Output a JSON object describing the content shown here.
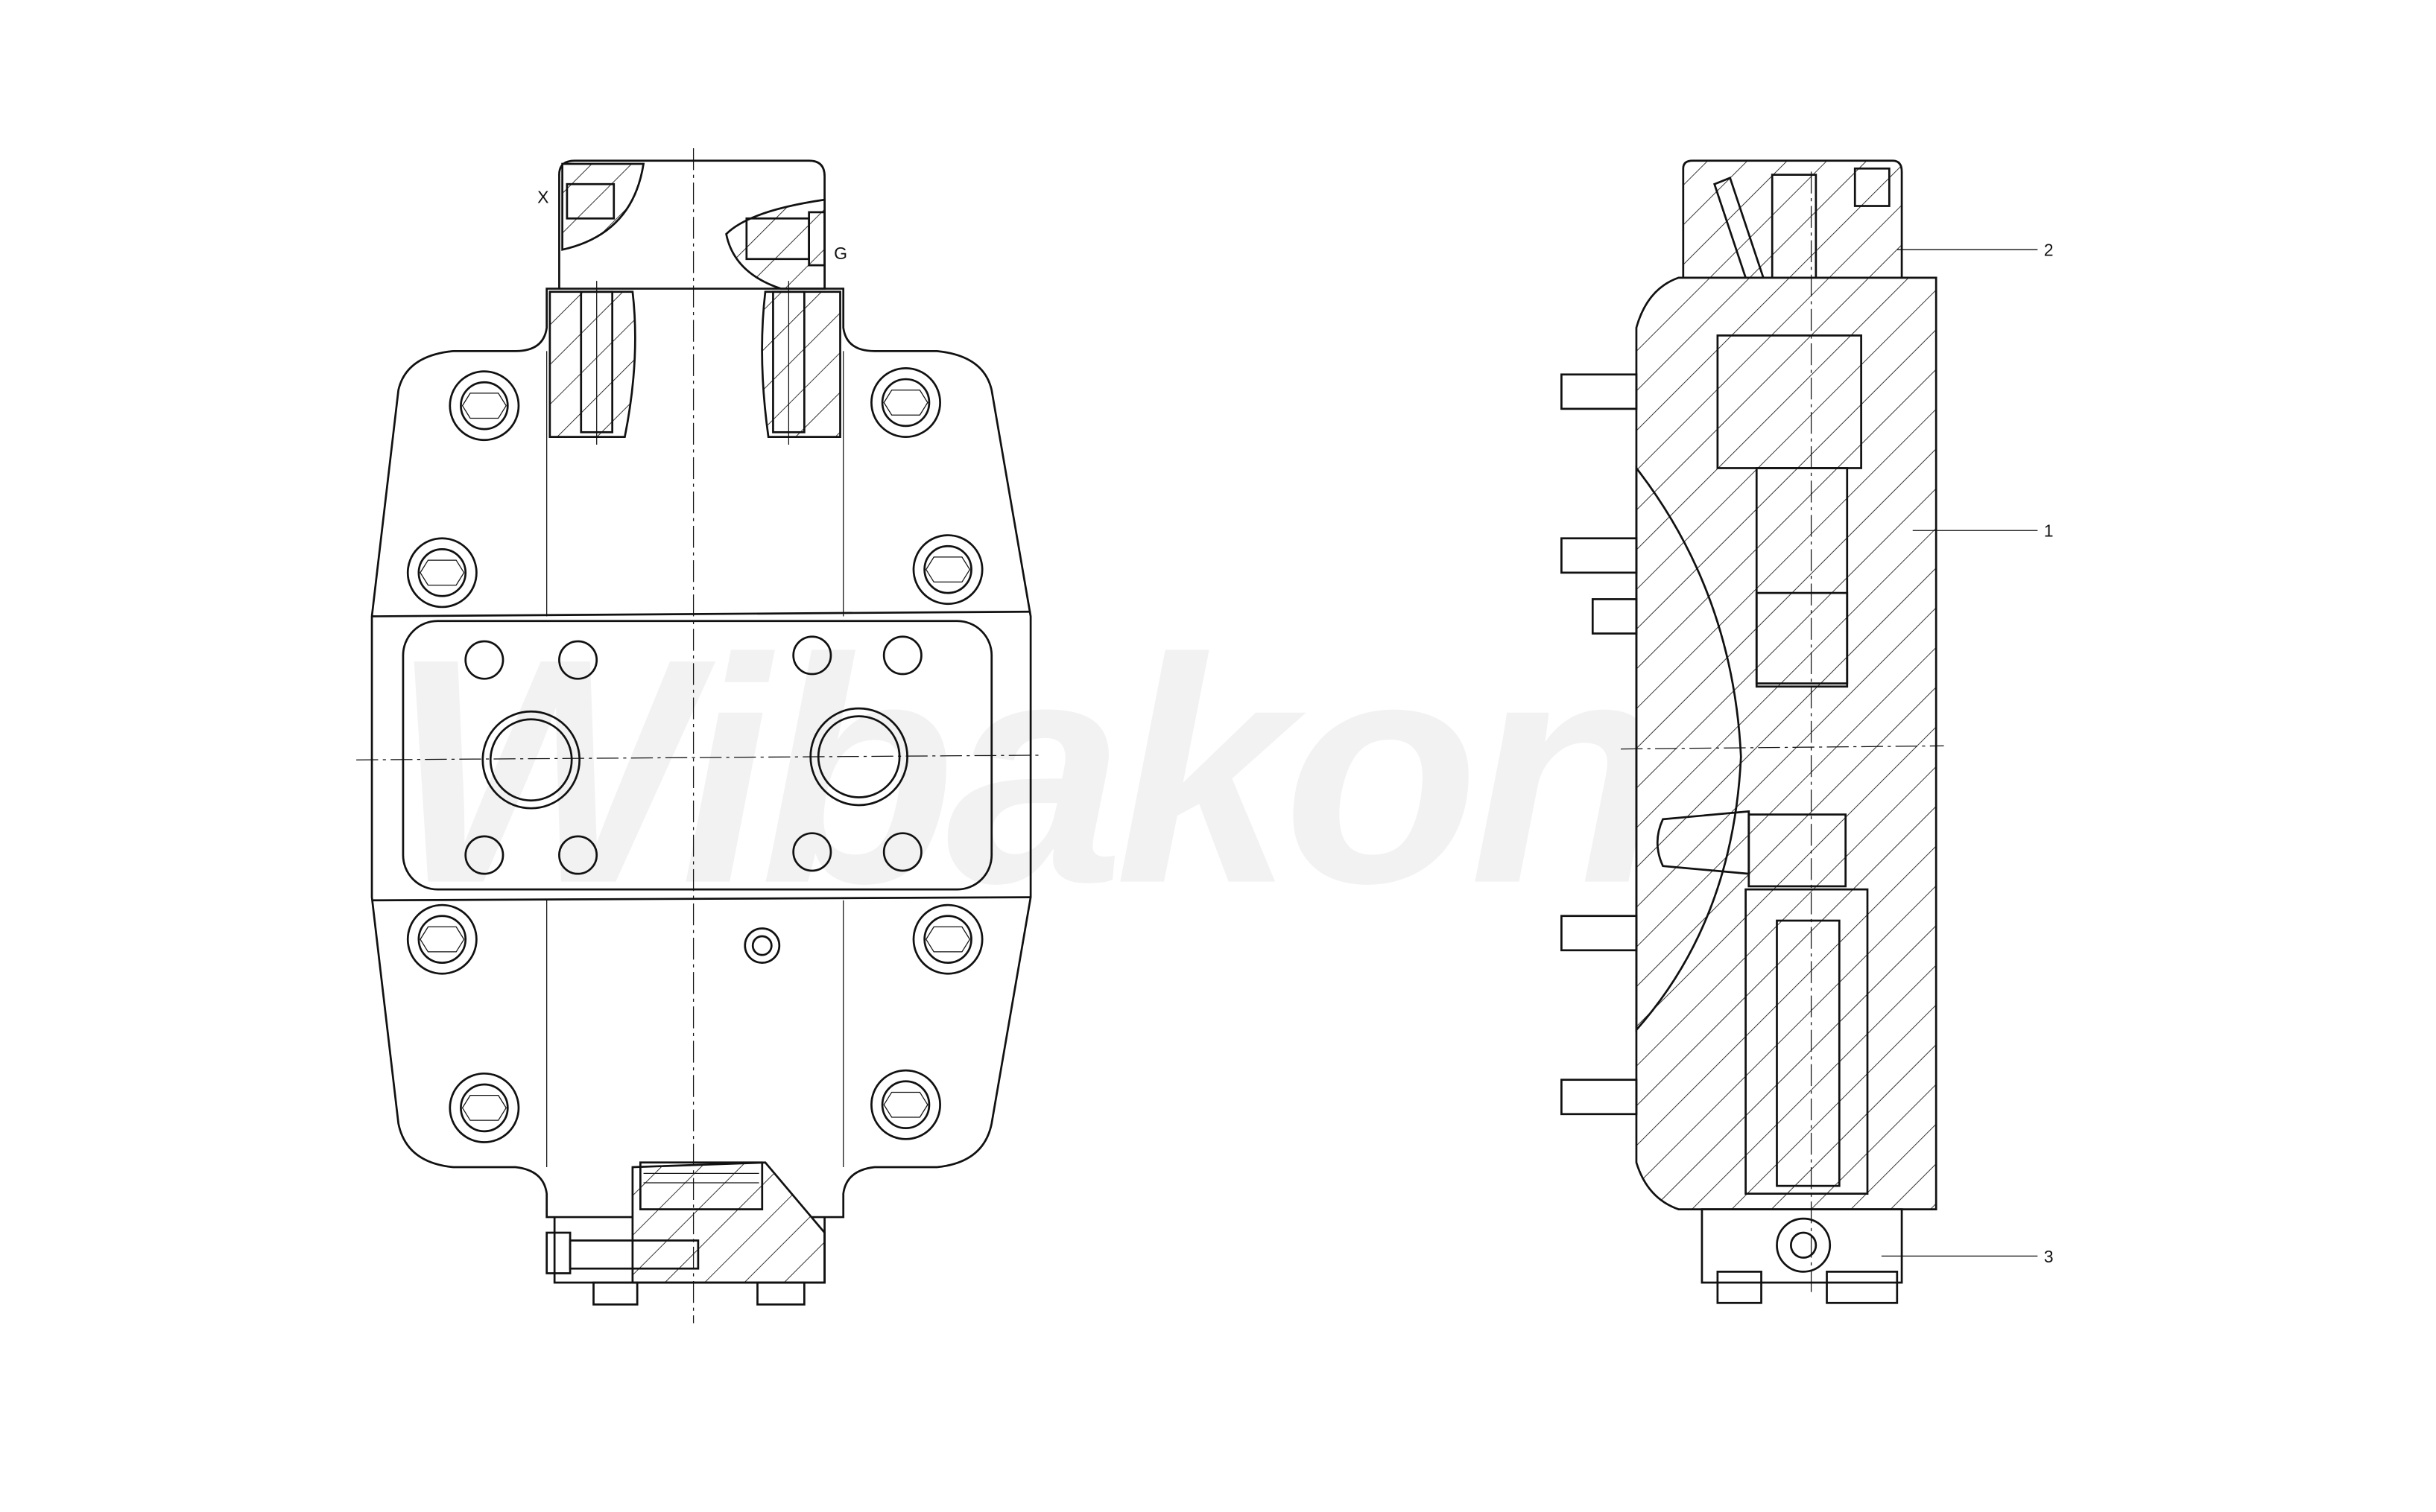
{
  "watermark": "Wibakon",
  "front_view": {
    "port_labels": {
      "x": "X",
      "g": "G"
    }
  },
  "side_view": {
    "part_labels": {
      "p2": "2",
      "p1": "1",
      "p3": "3"
    }
  },
  "colors": {
    "line": "#111111",
    "background": "#ffffff",
    "watermark": "#ececec"
  }
}
